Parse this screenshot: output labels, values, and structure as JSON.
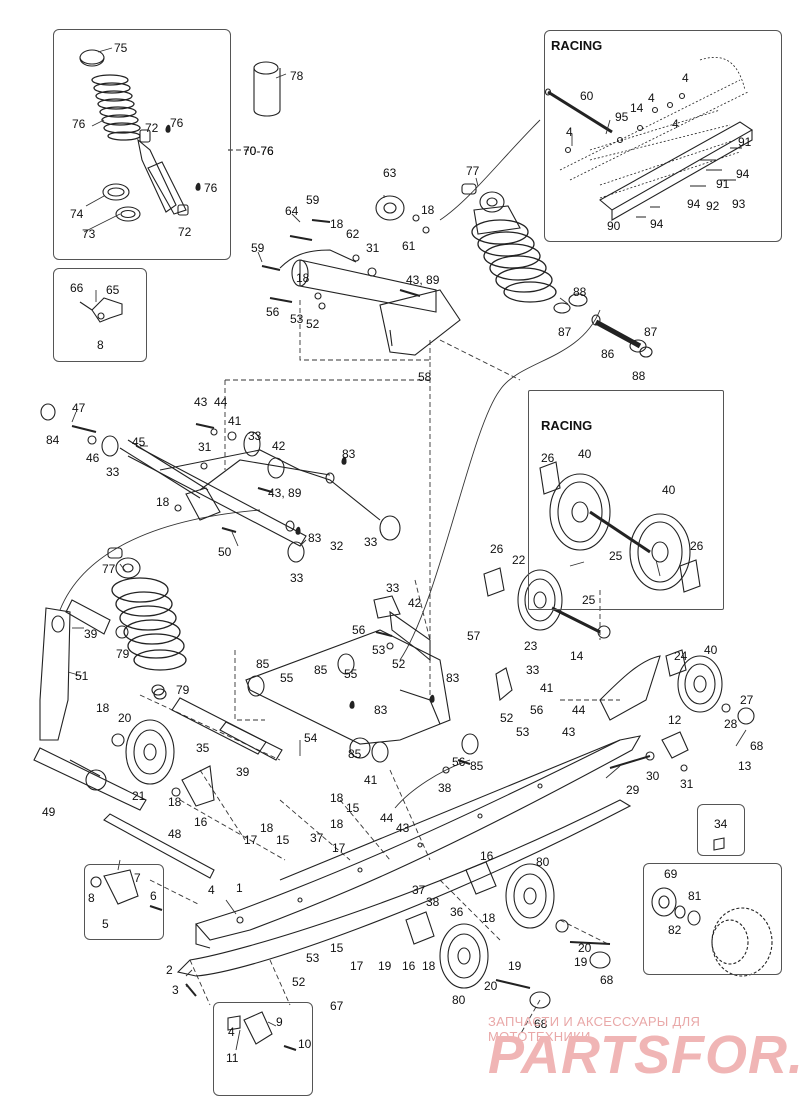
{
  "insets": {
    "racing_top": "RACING",
    "racing_mid": "RACING",
    "shock_group": "70-76"
  },
  "watermark": {
    "line1": "ЗАПЧАСТИ И АКСЕССУАРЫ ДЛЯ МОТОТЕХНИКИ",
    "logo": "PARTSFOR.RU"
  },
  "callouts": {
    "n75": "75",
    "n78": "78",
    "n76a": "76",
    "n72a": "72",
    "n76b": "76",
    "n7076": "70-76",
    "n76c": "76",
    "n74": "74",
    "n72b": "72",
    "n73": "73",
    "n66": "66",
    "n65": "65",
    "n8a": "8",
    "n60": "60",
    "n4a": "4",
    "n4b": "4",
    "n14a": "14",
    "n95": "95",
    "n4c": "4",
    "n4d": "4",
    "n91a": "91",
    "n94a": "94",
    "n91b": "91",
    "n90": "90",
    "n94b": "94",
    "n92": "92",
    "n93": "93",
    "n94c": "94",
    "n63": "63",
    "n64": "64",
    "n59a": "59",
    "n18a": "18",
    "n18b": "18",
    "n62": "62",
    "n31a": "31",
    "n61": "61",
    "n59b": "59",
    "n4389a": "43, 89",
    "n18c": "18",
    "n56a": "56",
    "n53a": "53",
    "n52a": "52",
    "n58": "58",
    "n77a": "77",
    "n88a": "88",
    "n87a": "87",
    "n87b": "87",
    "n86": "86",
    "n88b": "88",
    "n47": "47",
    "n84": "84",
    "n43a": "43",
    "n44a": "44",
    "n41a": "41",
    "n33a": "33",
    "n42a": "42",
    "n46": "46",
    "n45": "45",
    "n31b": "31",
    "n33b": "33",
    "n83a": "83",
    "n4389b": "43, 89",
    "n18d": "18",
    "n83b": "83",
    "n32": "32",
    "n33c": "33",
    "n50": "50",
    "n33d": "33",
    "n26a": "26",
    "n40a": "40",
    "n40b": "40",
    "n25a": "25",
    "n26b": "26",
    "n77b": "77",
    "n39a": "39",
    "n79a": "79",
    "n51": "51",
    "n26c": "26",
    "n22": "22",
    "n23": "23",
    "n25b": "25",
    "n33e": "33",
    "n42b": "42",
    "n56b": "56",
    "n53b": "53",
    "n52b": "52",
    "n57": "57",
    "n85a": "85",
    "n85b": "85",
    "n55a": "55",
    "n55b": "55",
    "n83c": "83",
    "n83d": "83",
    "n54": "54",
    "n85c": "85",
    "n56c": "56",
    "n85d": "85",
    "n38a": "38",
    "n33f": "33",
    "n41b": "41",
    "n52c": "52",
    "n56d": "56",
    "n53c": "53",
    "n44b": "44",
    "n43b": "43",
    "n14b": "14",
    "n24": "24",
    "n40c": "40",
    "n27": "27",
    "n28": "28",
    "n68a": "68",
    "n12": "12",
    "n13": "13",
    "n30": "30",
    "n29": "29",
    "n31c": "31",
    "n79b": "79",
    "n18e": "18",
    "n20a": "20",
    "n35": "35",
    "n39b": "39",
    "n21": "21",
    "n18f": "18",
    "n16a": "16",
    "n49": "49",
    "n48": "48",
    "n41c": "41",
    "n44c": "44",
    "n43c": "43",
    "n18g": "18",
    "n15a": "15",
    "n18h": "18",
    "n18i": "18",
    "n17a": "17",
    "n15b": "15",
    "n17b": "17",
    "n37a": "37",
    "n34": "34",
    "n7": "7",
    "n8b": "8",
    "n6": "6",
    "n5": "5",
    "n4e": "4",
    "n1": "1",
    "n16b": "16",
    "n80a": "80",
    "n37b": "37",
    "n38b": "38",
    "n36": "36",
    "n18j": "18",
    "n69": "69",
    "n81": "81",
    "n82": "82",
    "n15c": "15",
    "n17c": "17",
    "n19a": "19",
    "n16c": "16",
    "n18k": "18",
    "n20b": "20",
    "n19b": "19",
    "n68b": "68",
    "n53d": "53",
    "n52d": "52",
    "n67": "67",
    "n80b": "80",
    "n20c": "20",
    "n19c": "19",
    "n68c": "68",
    "n2": "2",
    "n3": "3",
    "n4f": "4",
    "n9": "9",
    "n10": "10",
    "n11": "11"
  }
}
